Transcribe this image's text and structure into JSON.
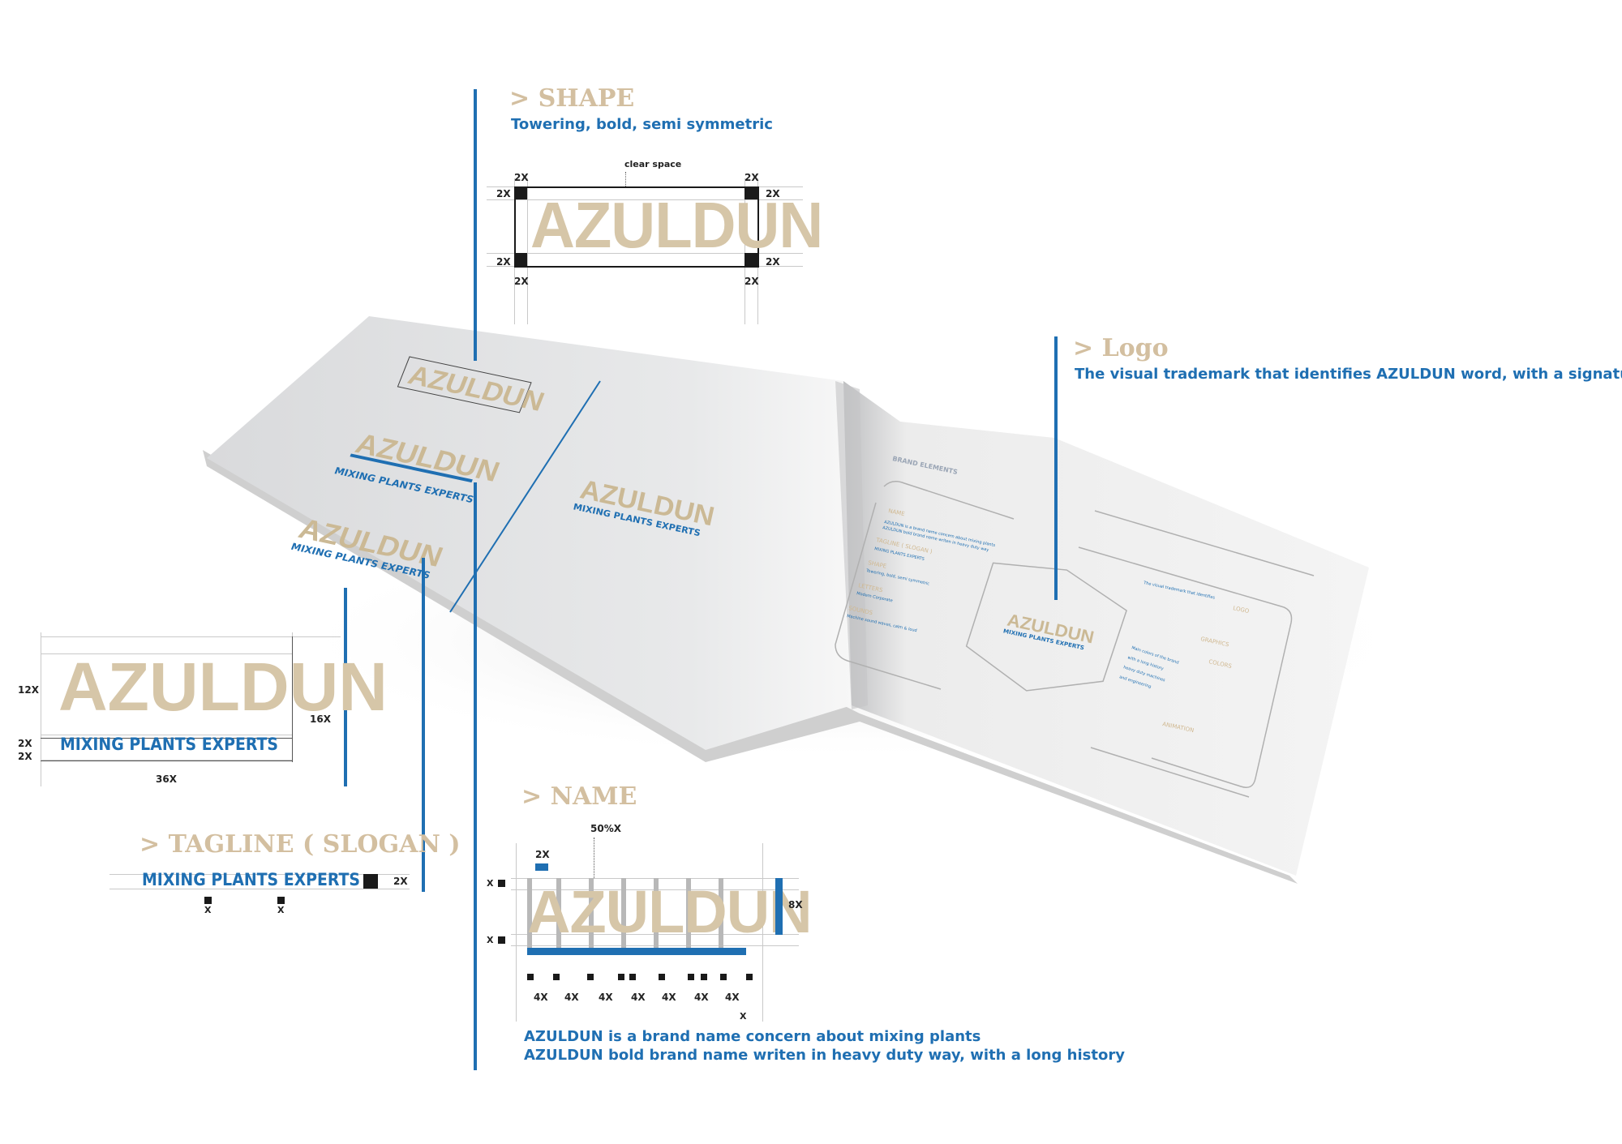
{
  "brand": {
    "wordmark": "AZULDUN",
    "tagline": "MIXING PLANTS EXPERTS"
  },
  "shape": {
    "heading": "> SHAPE",
    "description": "Towering, bold, semi symmetric",
    "clear_space_label": "clear space",
    "unit_2x": "2X"
  },
  "logo": {
    "heading": "> Logo",
    "description": "The visual trademark that identifies AZULDUN word, with a signature"
  },
  "lockup": {
    "label_12x": "12X",
    "label_16x": "16X",
    "label_2x_a": "2X",
    "label_2x_b": "2X",
    "label_36x": "36X"
  },
  "tagline_section": {
    "heading": "> TAGLINE ( SLOGAN )",
    "label_2x": "2X",
    "label_x": "X"
  },
  "name_section": {
    "heading": "> NAME",
    "label_50x": "50%X",
    "label_2x": "2X",
    "label_x": "X",
    "label_8x": "8X",
    "label_4x": "4X",
    "description_line1": "AZULDUN is a brand name concern about mixing plants",
    "description_line2": "AZULDUN bold brand name writen in heavy duty way, with a long history"
  },
  "book": {
    "right_page_title": "BRAND ELEMENTS",
    "items": [
      "NAME",
      "TAGLINE ( SLOGAN )",
      "SHAPE",
      "LETTERS",
      "SOUNDS"
    ],
    "right_items": [
      "LOGO",
      "GRAPHICS",
      "COLORS",
      "ANIMATION"
    ]
  },
  "colors": {
    "beige": "#d6c6a8",
    "blue": "#1f6fb2",
    "heading_beige": "#d3bfa0"
  }
}
